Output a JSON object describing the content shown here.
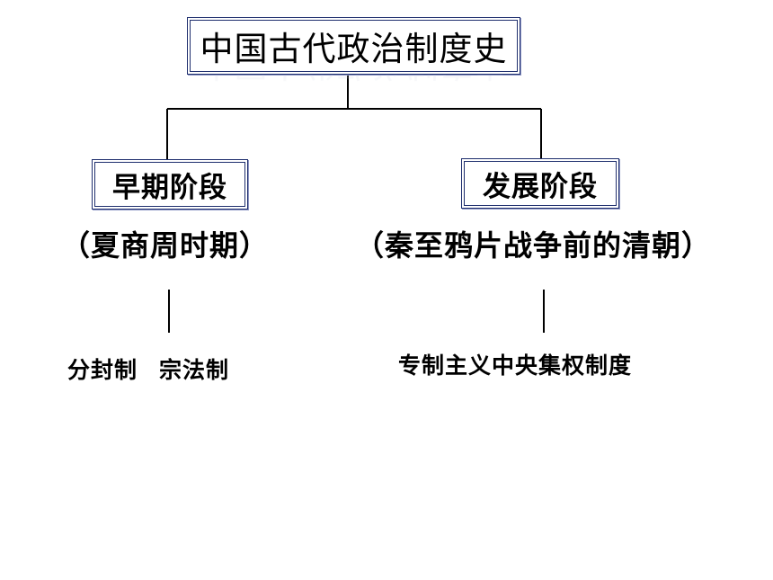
{
  "title": "中国古代政治制度史",
  "stages": [
    {
      "name": "早期阶段",
      "period": "（夏商周时期）",
      "systems": [
        "分封制",
        "宗法制"
      ]
    },
    {
      "name": "发展阶段",
      "period": "（秦至鸦片战争前的清朝）",
      "systems": [
        "专制主义中央集权制度"
      ]
    }
  ],
  "colors": {
    "box_border": "#1f2f6e",
    "line": "#000000",
    "background": "#ffffff"
  }
}
